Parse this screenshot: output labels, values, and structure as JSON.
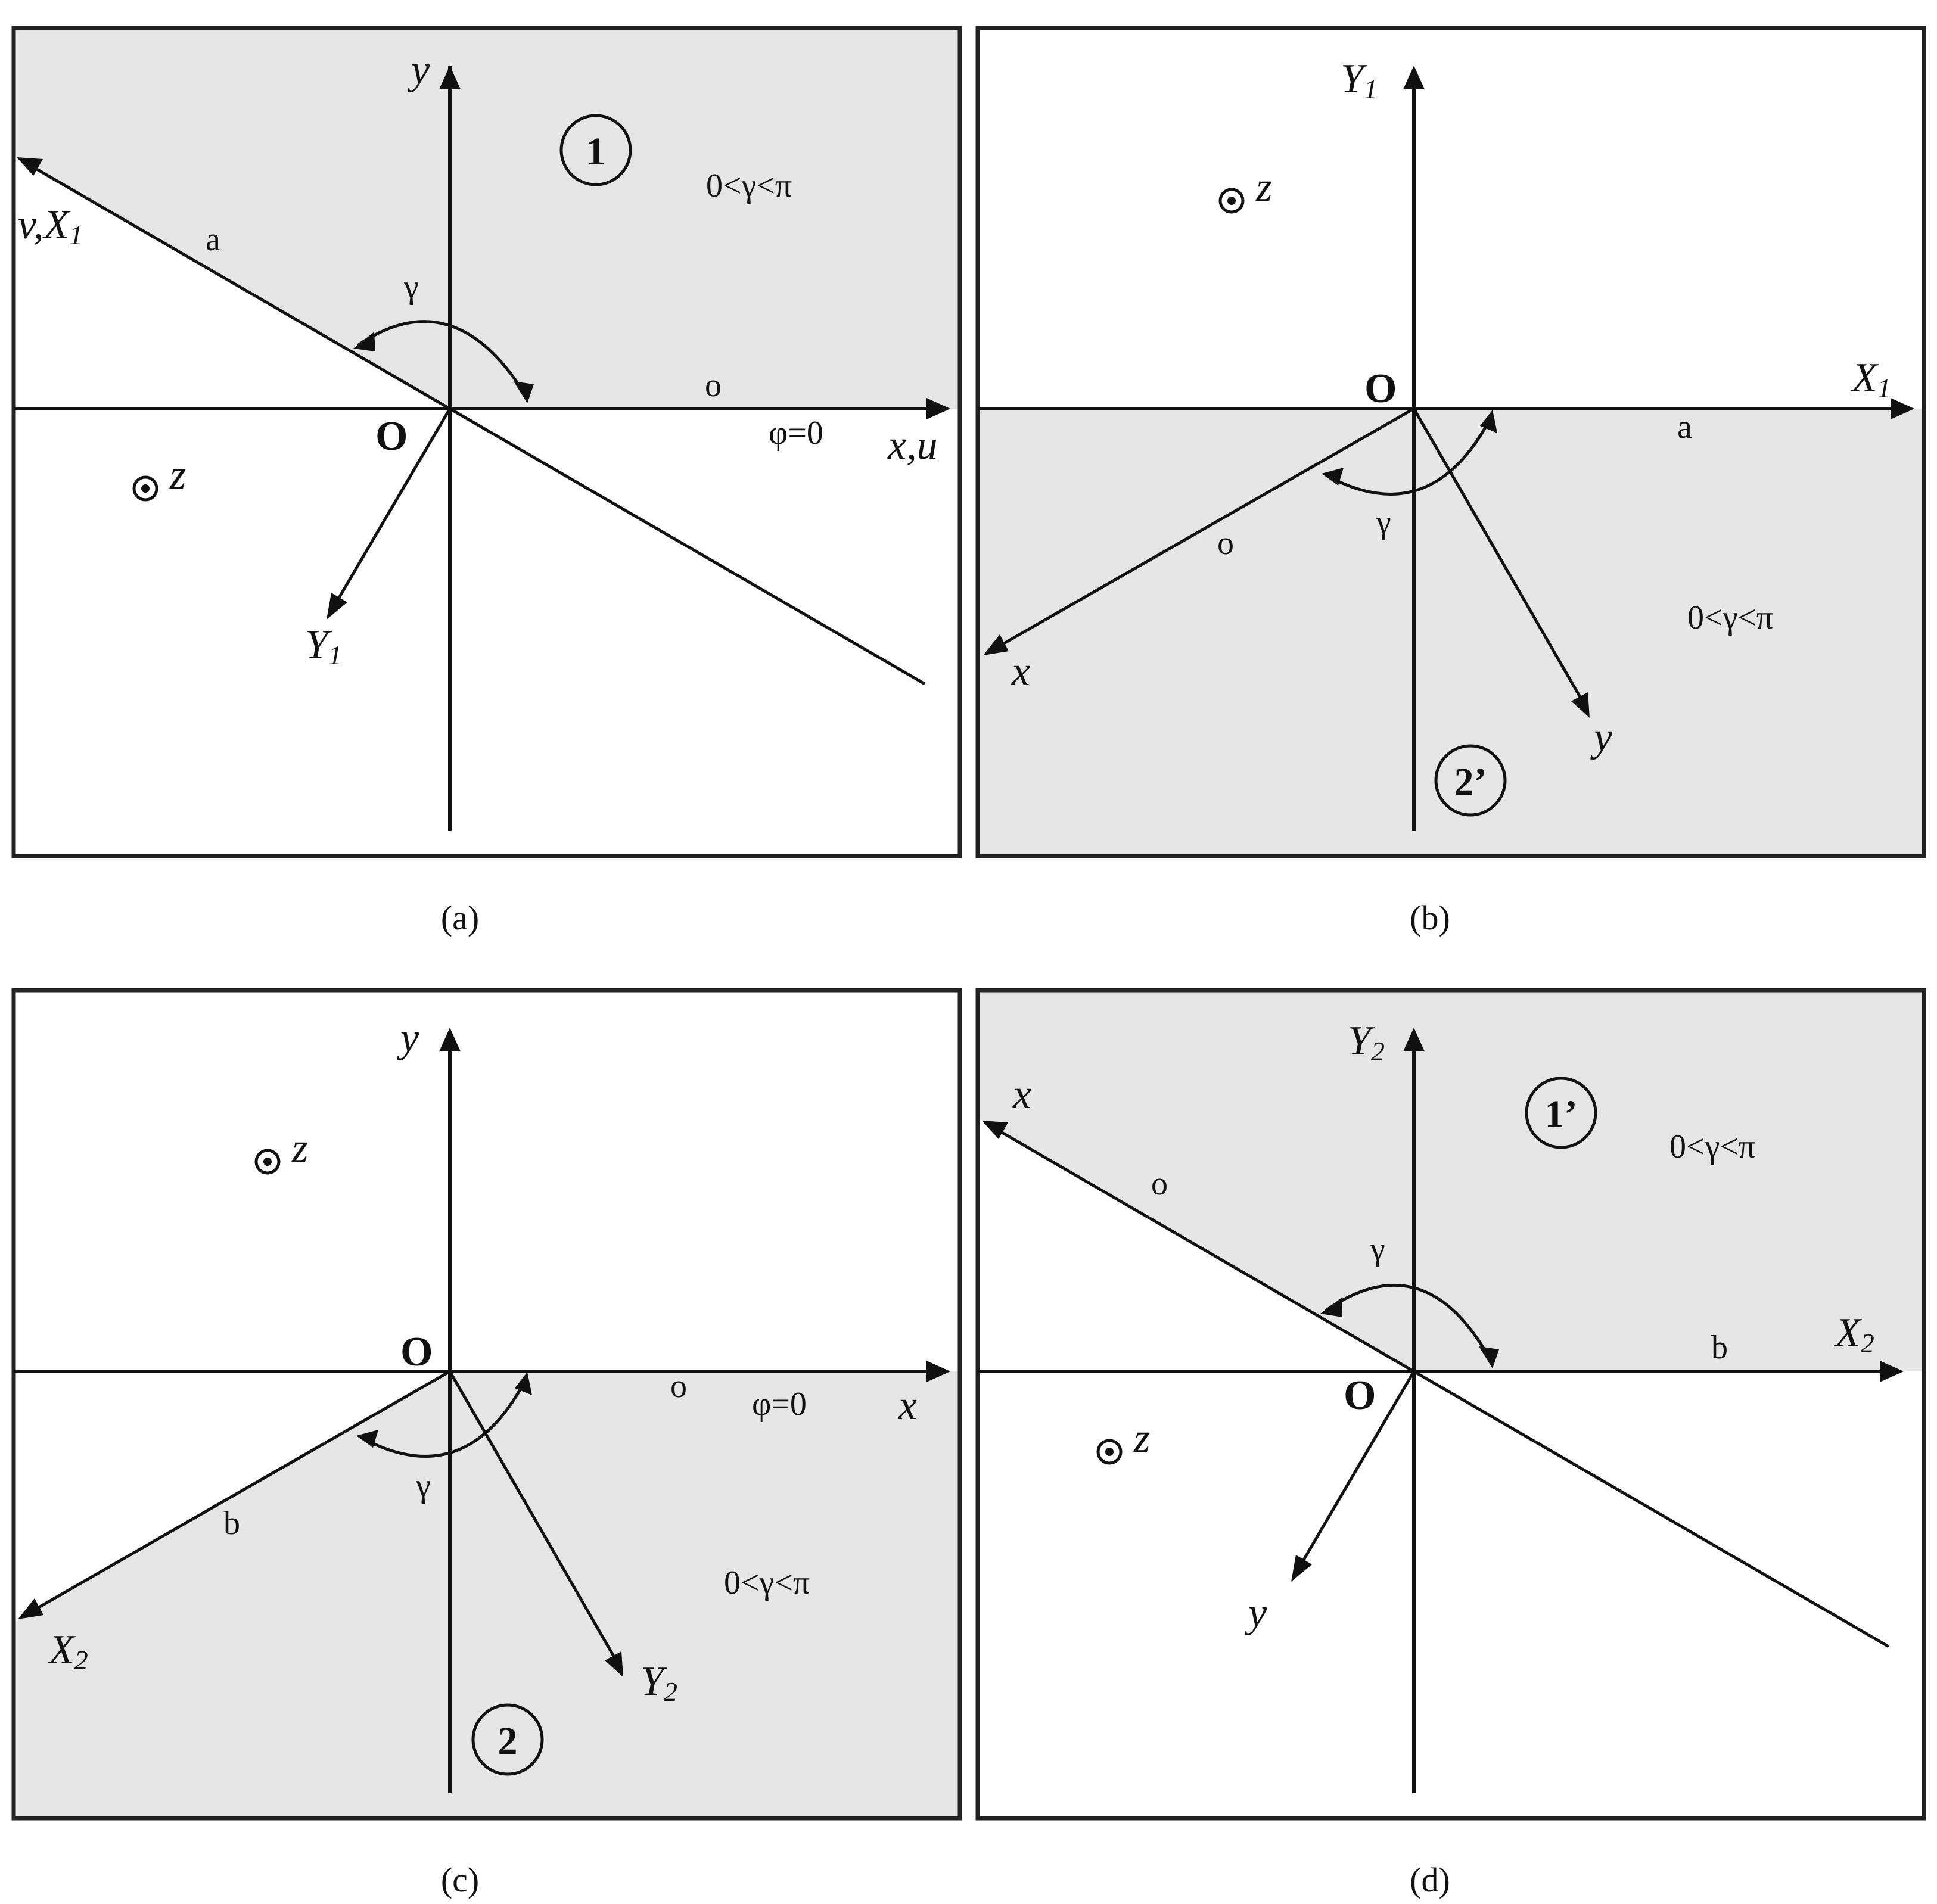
{
  "colors": {
    "shade": "#e5e5e5",
    "ink": "#111111",
    "frame": "#222222"
  },
  "panels": {
    "a": {
      "caption": "(a)",
      "region": "1",
      "condition": "0<γ<π",
      "angle": "γ",
      "origin": "O",
      "phi": "φ=0",
      "y_axis": "y",
      "x_axis": "x,u",
      "X1": {
        "main": "v,X",
        "sub": "1"
      },
      "Y1": {
        "main": "Y",
        "sub": "1"
      },
      "z": "z",
      "label_a": "a",
      "label_o": "o"
    },
    "b": {
      "caption": "(b)",
      "region": "2’",
      "condition": "0<γ<π",
      "angle": "γ",
      "origin": "O",
      "Y1": {
        "main": "Y",
        "sub": "1"
      },
      "X1": {
        "main": "X",
        "sub": "1"
      },
      "x_axis": "x",
      "y_axis": "y",
      "z": "z",
      "label_a": "a",
      "label_o": "o"
    },
    "c": {
      "caption": "(c)",
      "region": "2",
      "condition": "0<γ<π",
      "angle": "γ",
      "origin": "O",
      "phi": "φ=0",
      "y_axis": "y",
      "x_axis": "x",
      "X2": {
        "main": "X",
        "sub": "2"
      },
      "Y2": {
        "main": "Y",
        "sub": "2"
      },
      "z": "z",
      "label_b": "b",
      "label_o": "o"
    },
    "d": {
      "caption": "(d)",
      "region": "1’",
      "condition": "0<γ<π",
      "angle": "γ",
      "origin": "O",
      "Y2": {
        "main": "Y",
        "sub": "2"
      },
      "X2": {
        "main": "X",
        "sub": "2"
      },
      "x_axis": "x",
      "y_axis": "y",
      "z": "z",
      "label_b": "b",
      "label_o": "o"
    }
  }
}
